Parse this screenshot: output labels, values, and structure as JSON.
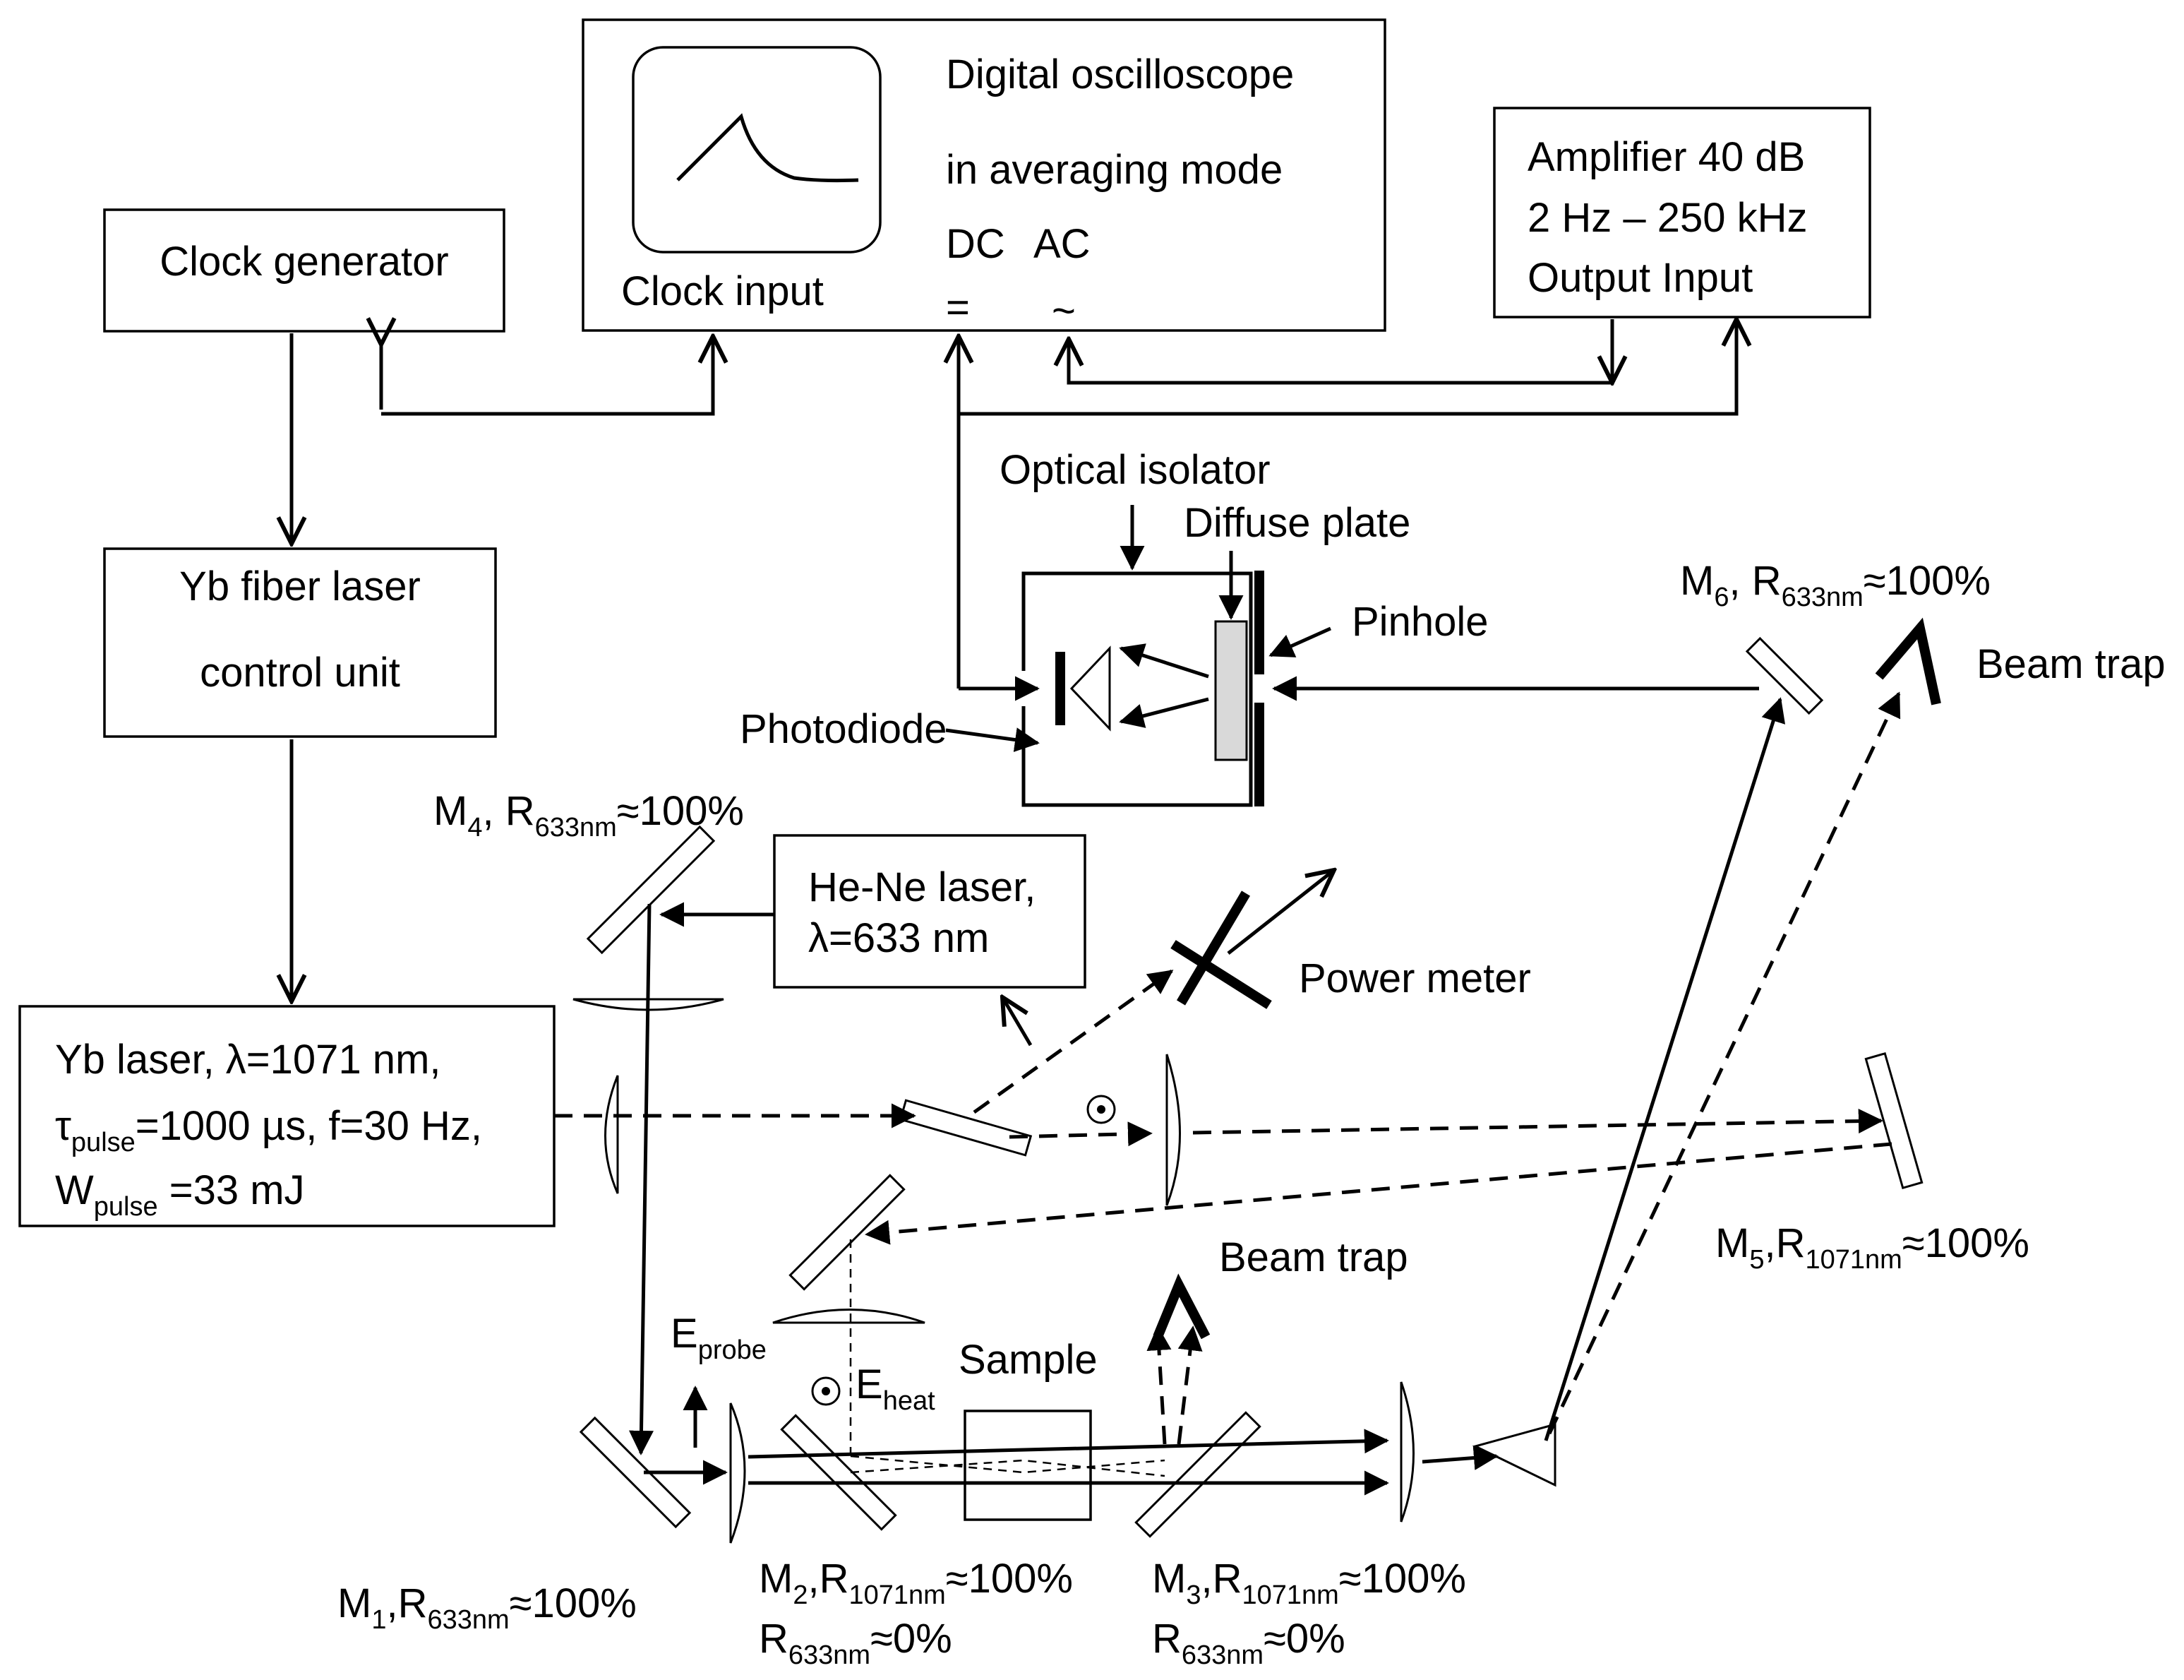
{
  "colors": {
    "ink": "#000000",
    "background": "#ffffff",
    "diffuser": "#d9d9d9"
  },
  "oscilloscope": {
    "line1": "Digital oscilloscope",
    "line2": "in averaging mode",
    "dc": "DC",
    "ac": "AC",
    "dc_symbol": "=",
    "ac_symbol": "~",
    "clock_input": "Clock input"
  },
  "clock_generator": {
    "label": "Clock generator"
  },
  "amplifier": {
    "line1": "Amplifier 40 dB",
    "line2": "2 Hz – 250 kHz",
    "line3": "Output  Input"
  },
  "yb_control": {
    "line1": "Yb fiber laser",
    "line2": "control unit"
  },
  "yb_laser": {
    "line1": "Yb   laser,   λ=1071   nm,",
    "tau": "τ",
    "tau_sub": "pulse",
    "tau_rest": "=1000 µs, f=30 Hz,",
    "w": "W",
    "w_sub": "pulse",
    "w_rest": " =33 mJ"
  },
  "hene_laser": {
    "line1": "He-Ne laser,",
    "line2": "λ=633 nm"
  },
  "labels": {
    "optical_isolator": "Optical isolator",
    "diffuse_plate": "Diffuse plate",
    "pinhole": "Pinhole",
    "photodiode": "Photodiode",
    "power_meter": "Power meter",
    "beam_trap_top": "Beam trap",
    "beam_trap_bottom": "Beam trap",
    "sample": "Sample",
    "e_probe": "E",
    "e_probe_sub": "probe",
    "e_heat": "E",
    "e_heat_sub": "heat"
  },
  "mirrors": {
    "m1": {
      "name": "M",
      "idx": "1",
      "r": ",R",
      "sub": "633nm",
      "val": "≈100%"
    },
    "m2": {
      "name": "M",
      "idx": "2",
      "r": ",R",
      "sub": "1071nm",
      "val": "≈100%",
      "r2": "R",
      "sub2": "633nm",
      "val2": "≈0%"
    },
    "m3": {
      "name": "M",
      "idx": "3",
      "r": ",R",
      "sub": "1071nm",
      "val": "≈100%",
      "r2": "R",
      "sub2": "633nm",
      "val2": "≈0%"
    },
    "m4": {
      "name": "M",
      "idx": "4",
      "r": ", R",
      "sub": "633nm",
      "val": "≈100%"
    },
    "m5": {
      "name": "M",
      "idx": "5",
      "r": ",R",
      "sub": "1071nm",
      "val": "≈100%"
    },
    "m6": {
      "name": "M",
      "idx": "6",
      "r": ", R",
      "sub": "633nm",
      "val": "≈100%"
    }
  }
}
